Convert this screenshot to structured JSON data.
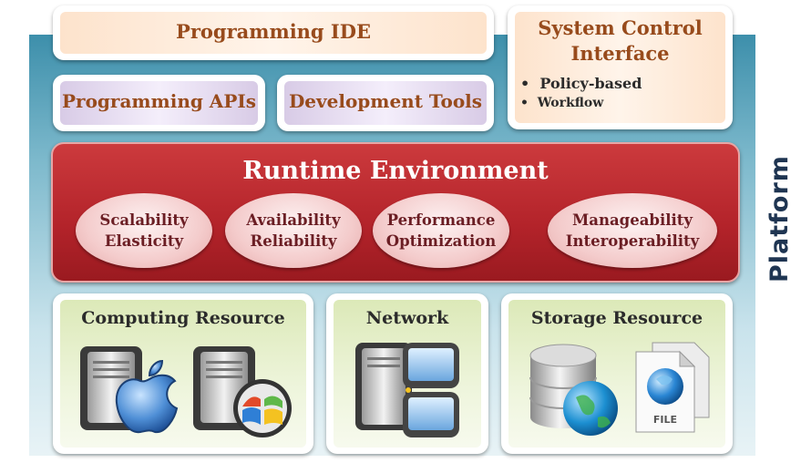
{
  "platform_label": "Platform",
  "top": {
    "programming_ide": "Programming IDE",
    "system_control": {
      "title_line1": "System Control",
      "title_line2": "Interface",
      "bullets": [
        "Policy-based",
        "Workflow"
      ]
    },
    "programming_apis": "Programming APIs",
    "development_tools": "Development Tools"
  },
  "runtime": {
    "title": "Runtime Environment",
    "ovals": [
      {
        "line1": "Scalability",
        "line2": "Elasticity"
      },
      {
        "line1": "Availability",
        "line2": "Reliability"
      },
      {
        "line1": "Performance",
        "line2": "Optimization"
      },
      {
        "line1": "Manageability",
        "line2": "Interoperability"
      }
    ]
  },
  "resources": {
    "computing": "Computing Resource",
    "network": "Network",
    "storage": "Storage Resource",
    "file_label": "FILE"
  },
  "icons": [
    "server-apple-icon",
    "server-windows-icon",
    "server-network-icon",
    "database-globe-icon",
    "file-globe-icon"
  ]
}
